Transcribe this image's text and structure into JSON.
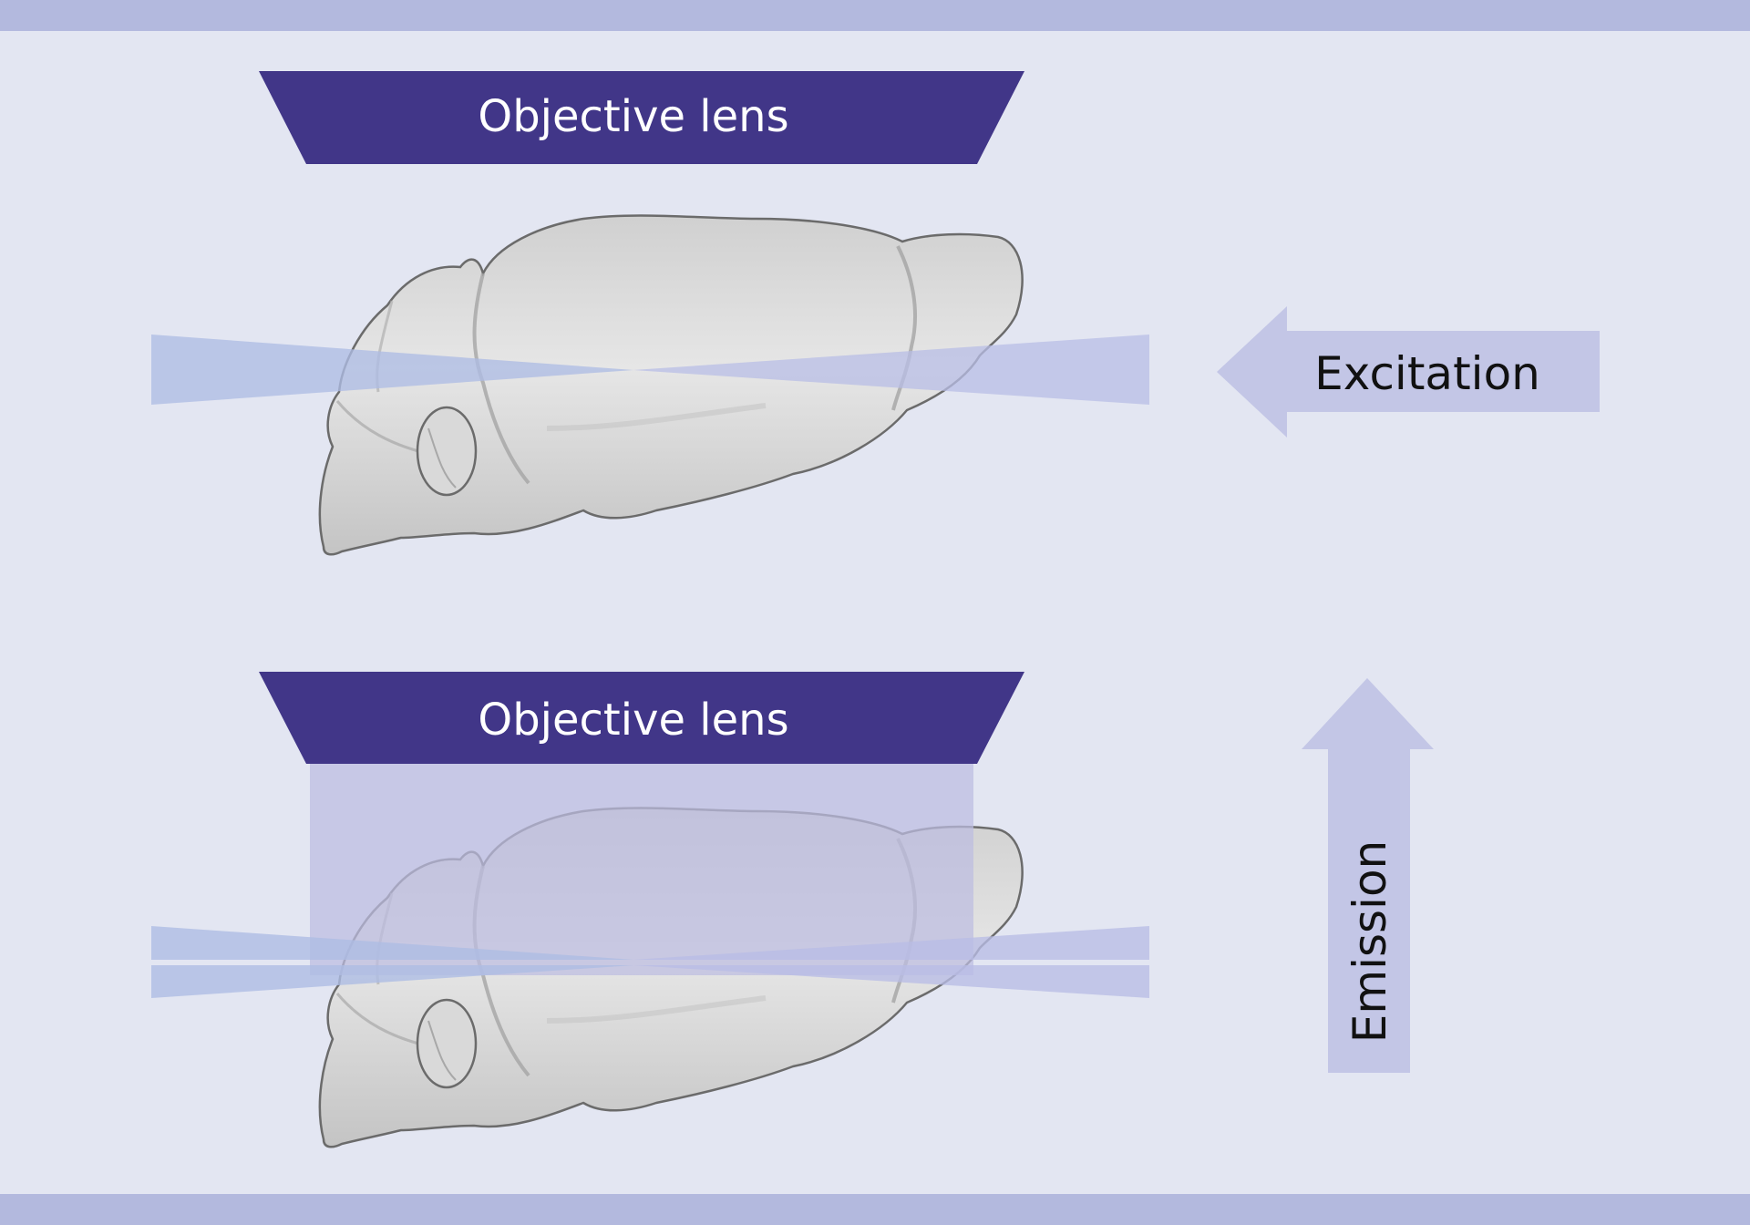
{
  "colors": {
    "background": "#e3e6f2",
    "band": "#b3b9de",
    "lens": "#413688",
    "lens_text": "#ffffff",
    "light_sheet": "#aebde4",
    "arrow": "#c3c6e6",
    "emission_column": "#bdbde0",
    "brain_light": "#e1e1e1",
    "brain_shade": "#b3b3b3",
    "brain_outline": "#6b6b6b",
    "label_text": "#111111"
  },
  "panels": [
    {
      "lens_label": "Objective lens"
    },
    {
      "lens_label": "Objective lens"
    }
  ],
  "arrows": {
    "excitation": {
      "label": "Excitation",
      "direction": "left"
    },
    "emission": {
      "label": "Emission",
      "direction": "up"
    }
  },
  "icons": {
    "brain": "mouse-brain-icon",
    "excitation_arrow": "arrow-left-icon",
    "emission_arrow": "arrow-up-icon"
  }
}
